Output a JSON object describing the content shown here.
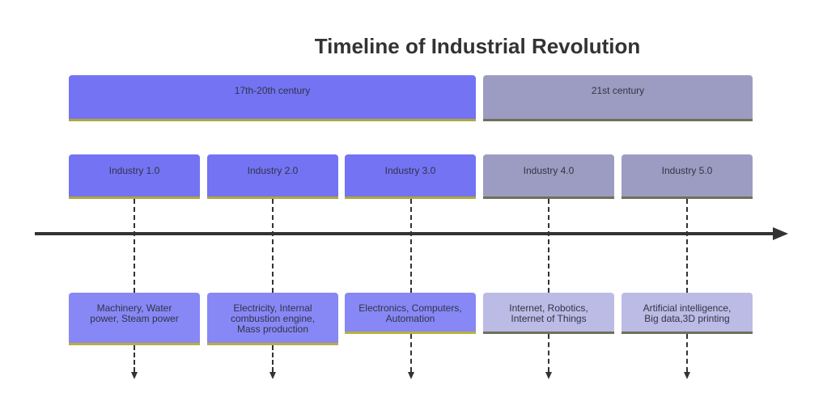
{
  "title": "Timeline of Industrial Revolution",
  "eras": [
    {
      "label": "17th-20th century",
      "color": "#7373f4"
    },
    {
      "label": "21st century",
      "color": "#9c9cc2"
    }
  ],
  "stages": [
    {
      "label": "Industry 1.0",
      "detail": "Machinery, Water power, Steam power",
      "color": "#7373f4"
    },
    {
      "label": "Industry 2.0",
      "detail": "Electricity, Internal combustion engine, Mass production",
      "color": "#7373f4"
    },
    {
      "label": "Industry 3.0",
      "detail": "Electronics, Computers, Automation",
      "color": "#7373f4"
    },
    {
      "label": "Industry 4.0",
      "detail": "Internet, Robotics, Internet of Things",
      "color": "#9c9cc2"
    },
    {
      "label": "Industry 5.0",
      "detail": "Artificial intelligence, Big data,3D printing",
      "color": "#9c9cc2"
    }
  ],
  "colors": {
    "era_20th": "#7373f4",
    "era_21st": "#9c9cc2",
    "detail_20th": "#8787f6",
    "detail_21st": "#bbbbe6",
    "accent_underline_20th": "#b0a83a",
    "accent_underline_21st": "#6e7158",
    "axis": "#333333"
  }
}
